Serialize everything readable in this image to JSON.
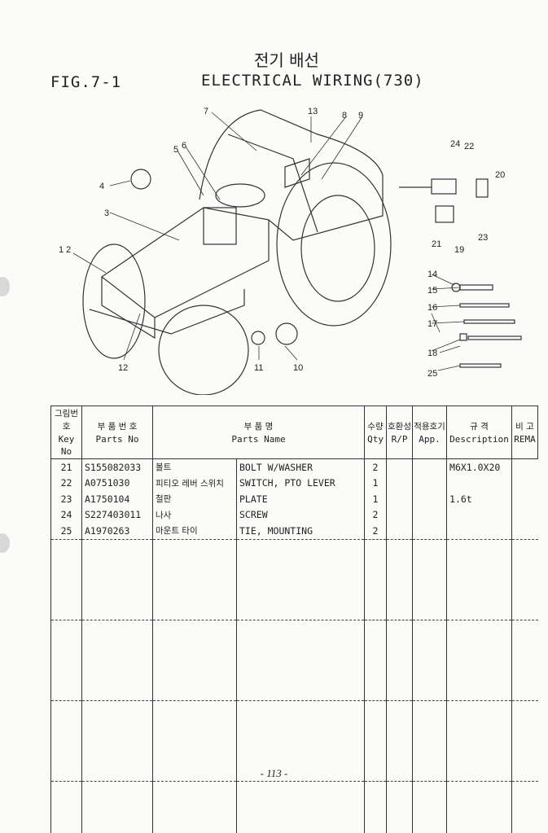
{
  "header": {
    "title_ko": "전기 배선",
    "figure": "FIG.7-1",
    "title_en": "ELECTRICAL WIRING(730)"
  },
  "diagram": {
    "callouts": [
      "1 2",
      "3",
      "4",
      "5",
      "6",
      "7",
      "8",
      "9",
      "10",
      "11",
      "12",
      "13",
      "14",
      "15",
      "16",
      "17",
      "18",
      "19",
      "20",
      "21",
      "22",
      "23",
      "24",
      "25"
    ]
  },
  "table": {
    "headers": [
      {
        "ko": "그림번호",
        "en": "Key No"
      },
      {
        "ko": "부 품 번 호",
        "en": "Parts No"
      },
      {
        "ko": "부 품 명",
        "en": "Parts Name"
      },
      {
        "ko": "수량",
        "en": "Qty"
      },
      {
        "ko": "호환성",
        "en": "R/P"
      },
      {
        "ko": "적용호기",
        "en": "App."
      },
      {
        "ko": "규 격",
        "en": "Description"
      },
      {
        "ko": "비 고",
        "en": "REMA"
      }
    ],
    "rows": [
      {
        "key": "21",
        "part_no": "S155082033",
        "name_ko": "볼트",
        "name_en": "BOLT W/WASHER",
        "qty": "2",
        "desc": "M6X1.0X20"
      },
      {
        "key": "22",
        "part_no": "A0751030",
        "name_ko": "피티오 레버 스위치",
        "name_en": "SWITCH, PTO LEVER",
        "qty": "1",
        "desc": ""
      },
      {
        "key": "23",
        "part_no": "A1750104",
        "name_ko": "철판",
        "name_en": "PLATE",
        "qty": "1",
        "desc": "1.6t"
      },
      {
        "key": "24",
        "part_no": "S227403011",
        "name_ko": "나사",
        "name_en": "SCREW",
        "qty": "2",
        "desc": ""
      },
      {
        "key": "25",
        "part_no": "A1970263",
        "name_ko": "마운트 타이",
        "name_en": "TIE, MOUNTING",
        "qty": "2",
        "desc": ""
      }
    ]
  },
  "footer": {
    "page_number": "- 113 -"
  }
}
